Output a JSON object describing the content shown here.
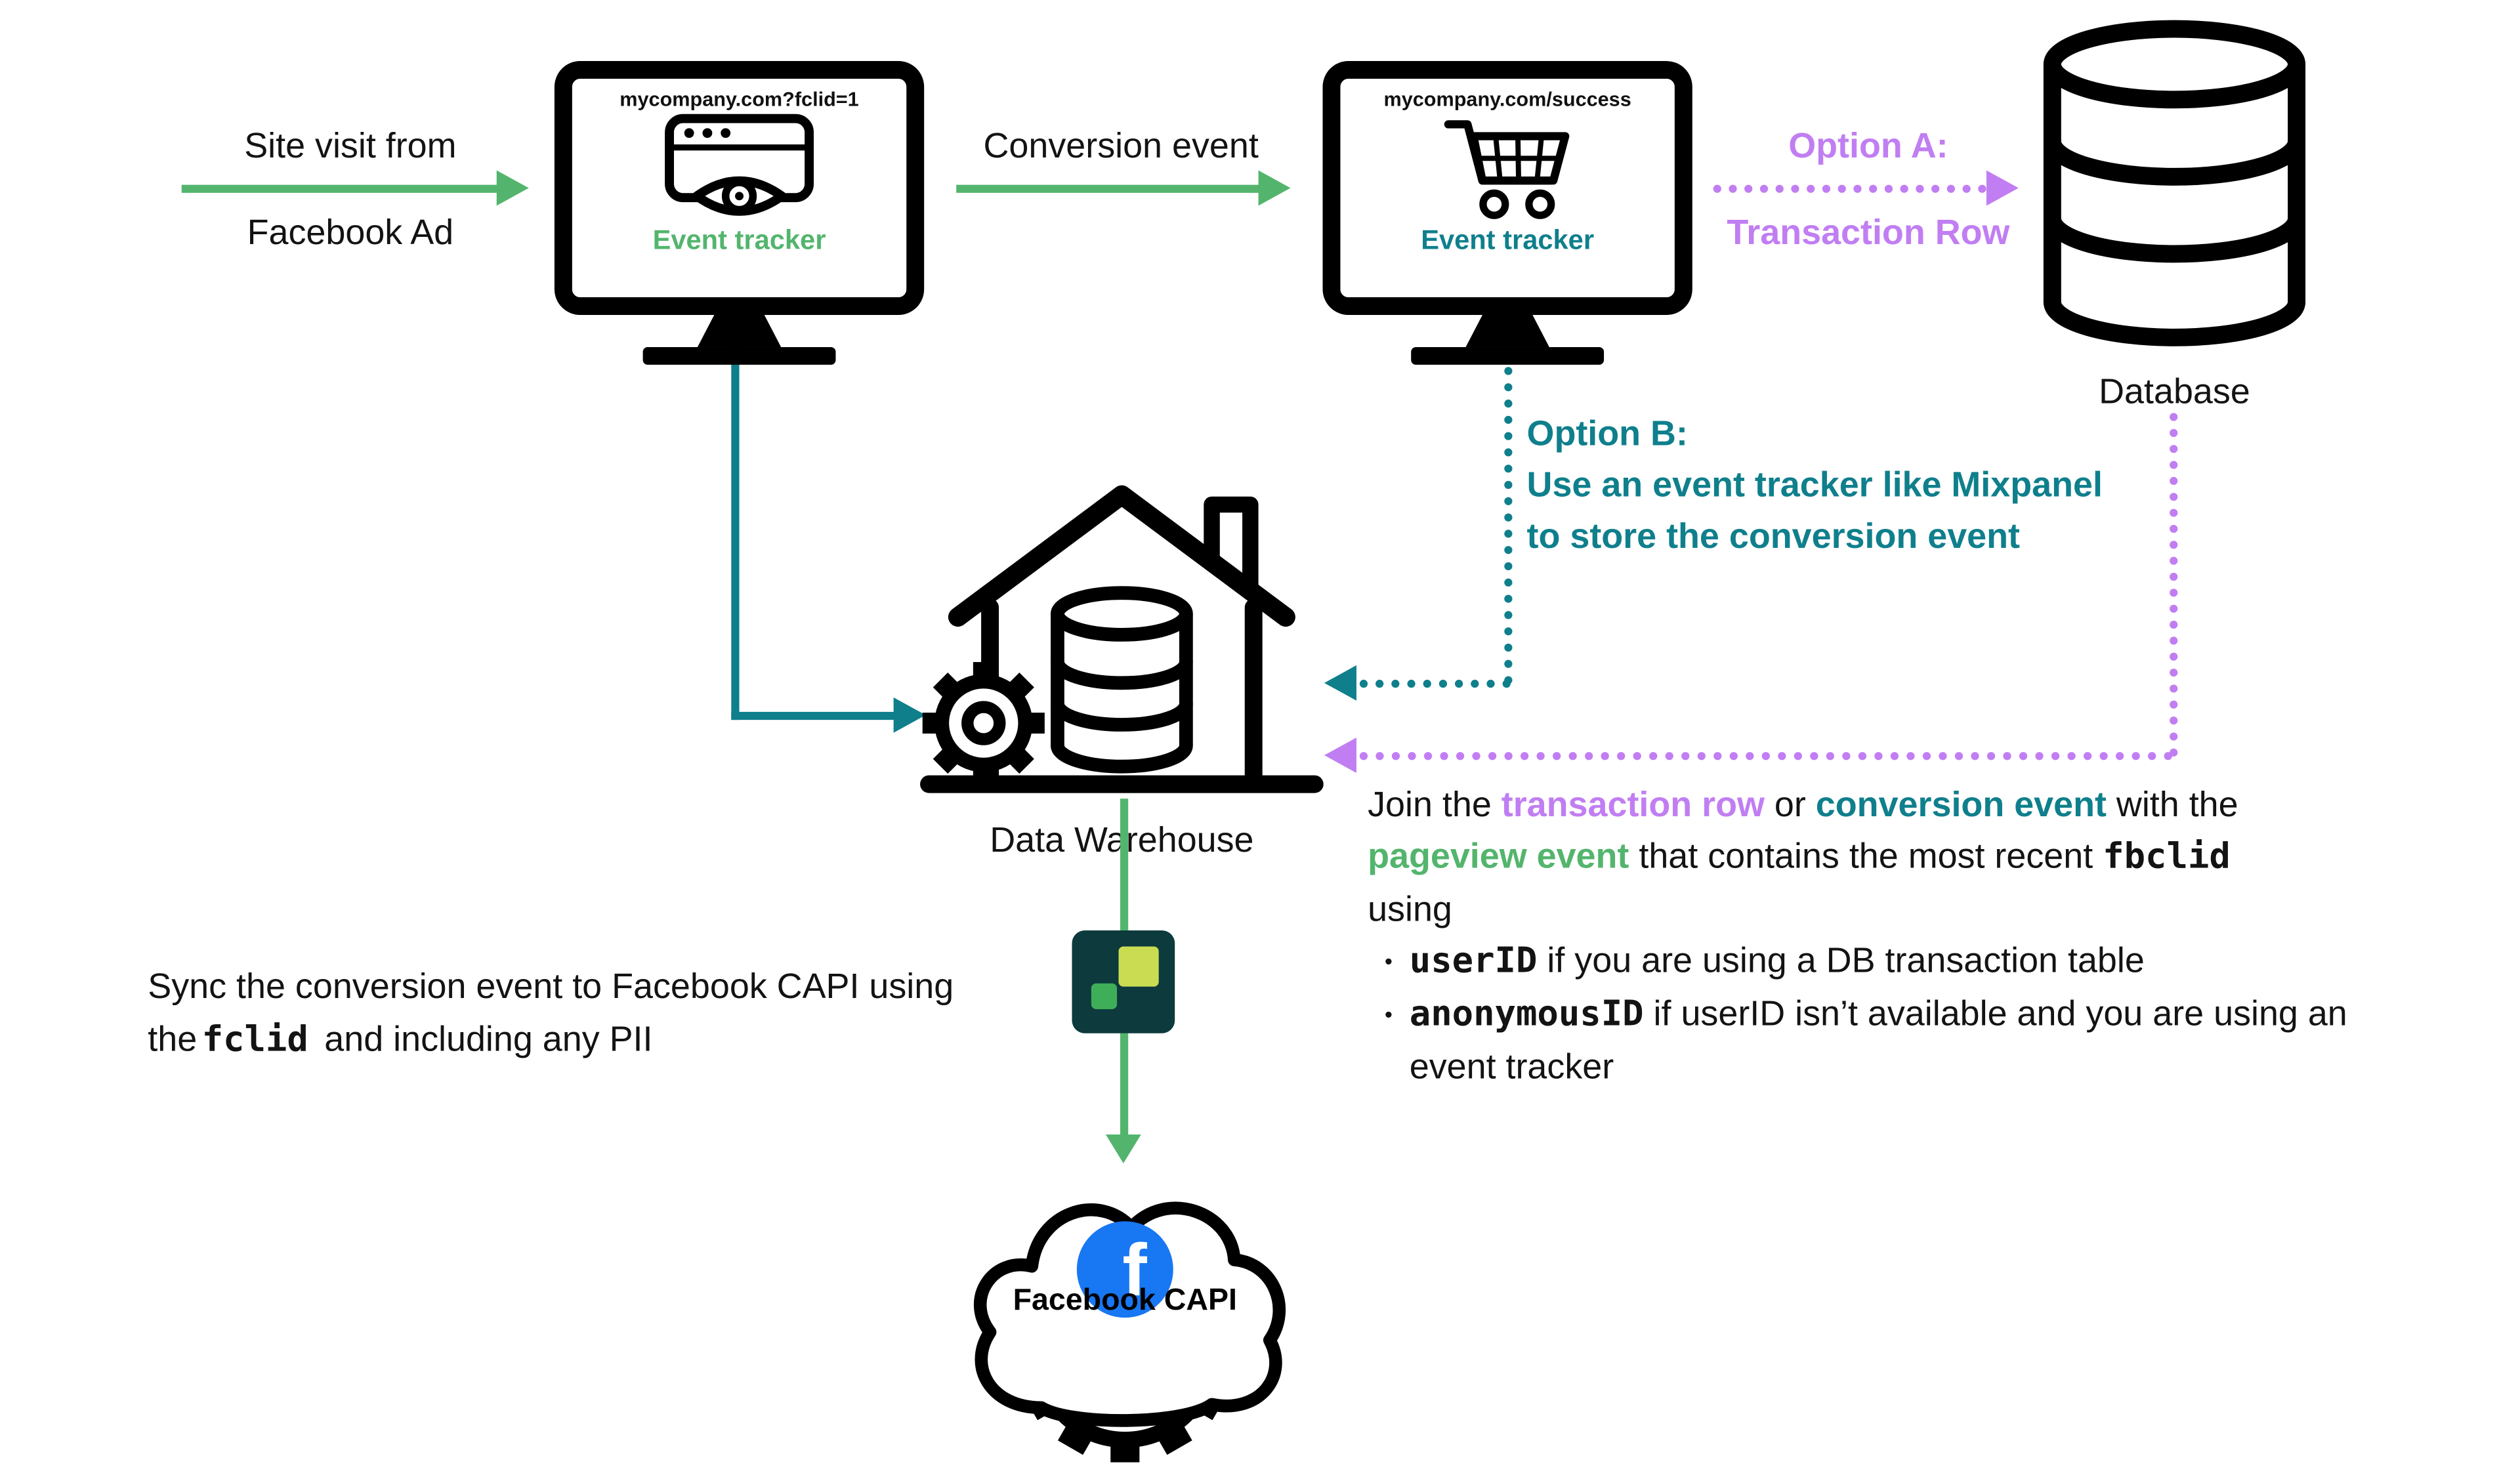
{
  "colors": {
    "green": "#53b56d",
    "teal": "#0f7f8c",
    "purple": "#c17ef2",
    "facebook_blue": "#1877F2",
    "sync_icon_dark": "#0d3a3d",
    "sync_icon_lime": "#c9dc52",
    "sync_icon_green": "#3fae59"
  },
  "flow": {
    "site_visit_label_top": "Site visit from",
    "site_visit_label_bottom": "Facebook Ad",
    "conversion_event_label": "Conversion event",
    "option_a_label_top": "Option A:",
    "option_a_label_bottom": "Transaction Row",
    "option_b_line1": "Option B:",
    "option_b_line2": "Use an event tracker like Mixpanel",
    "option_b_line3": "to store the conversion event"
  },
  "monitor1": {
    "url_prefix": "mycompany.com",
    "url_bold": "?fclid=1",
    "tracker_label": "Event tracker"
  },
  "monitor2": {
    "url_prefix": "mycompany.com",
    "url_bold": "/success",
    "tracker_label": "Event tracker"
  },
  "database": {
    "label": "Database"
  },
  "warehouse": {
    "label": "Data Warehouse"
  },
  "facebook": {
    "label": "Facebook CAPI"
  },
  "sync_note": {
    "line1": "Sync the conversion event to Facebook CAPI using",
    "line2_pre": "the",
    "line2_code": "fclid",
    "line2_post": "and including any PII"
  },
  "join_note": {
    "seg_intro": "Join the ",
    "seg_transaction": "transaction row",
    "seg_or": " or ",
    "seg_conversion": "conversion event",
    "seg_with": " with the ",
    "seg_pageview": "pageview event",
    "seg_contains": " that contains the most recent ",
    "seg_fbclid": "fbclid",
    "seg_using": "using",
    "bullet1_code": "userID",
    "bullet1_text": " if you are using a DB transaction table",
    "bullet2_code": "anonymousID",
    "bullet2_text": " if userID isn’t available and you are using an event tracker"
  }
}
